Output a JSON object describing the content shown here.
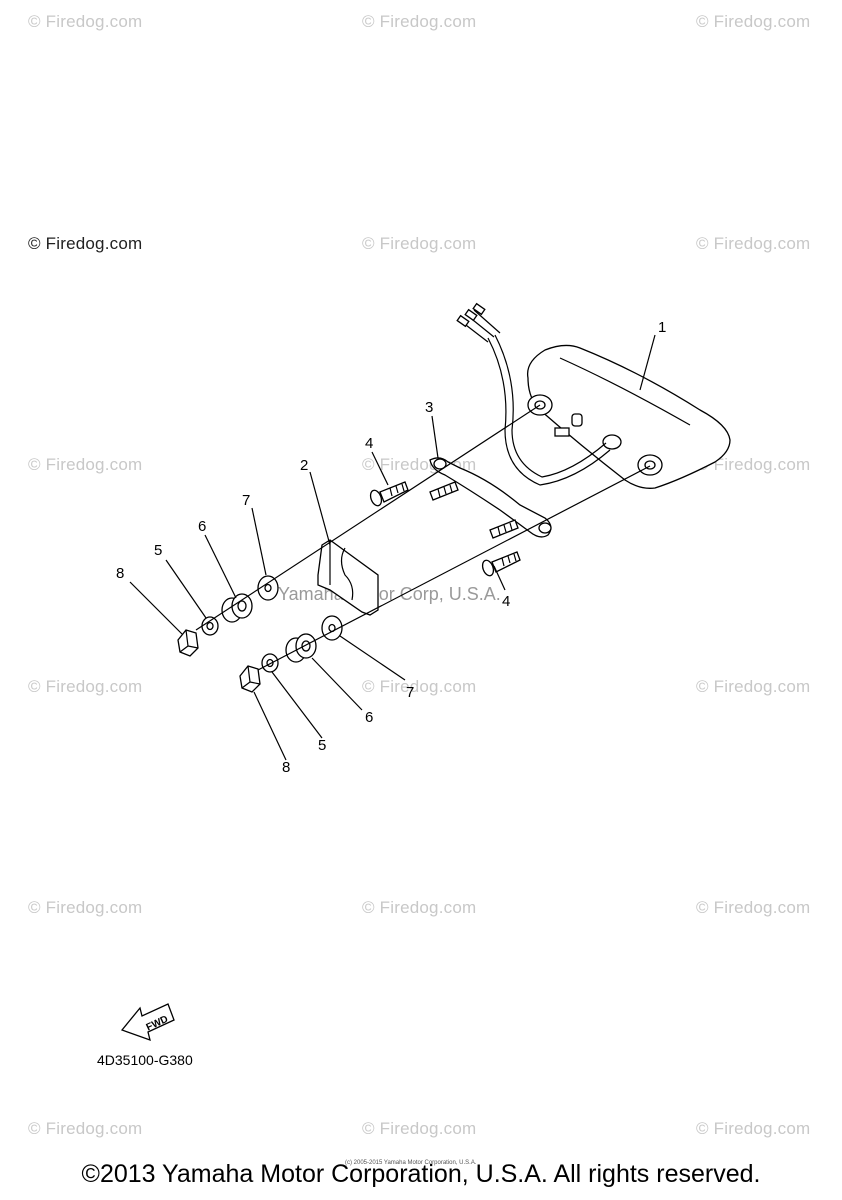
{
  "watermark": "© Firedog.com",
  "inner_watermark": "Yamaha Motor Corp, U.S.A.",
  "callouts": {
    "n1": "1",
    "n2": "2",
    "n3": "3",
    "n4a": "4",
    "n4b": "4",
    "n5a": "5",
    "n5b": "5",
    "n6a": "6",
    "n6b": "6",
    "n7a": "7",
    "n7b": "7",
    "n8a": "8",
    "n8b": "8"
  },
  "fwd_label": "FWD",
  "diagram_code": "4D35100-G380",
  "tiny_notice": "(c) 2005-2015 Yamaha Motor Corporation, U.S.A.",
  "copyright": "©2013 Yamaha Motor Corporation, U.S.A. All rights reserved."
}
